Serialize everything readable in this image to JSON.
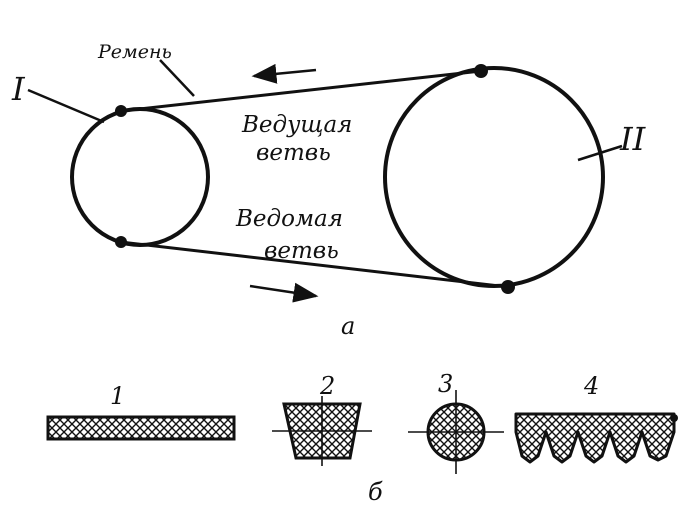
{
  "diagram_a": {
    "belt_label": "Ремень",
    "pulley_small_label": "I",
    "pulley_large_label": "II",
    "driving_branch_line1": "Ведущая",
    "driving_branch_line2": "ветвь",
    "driven_branch_line1": "Ведомая",
    "driven_branch_line2": "ветвь",
    "sublabel": "а"
  },
  "diagram_b": {
    "profiles": [
      {
        "number": "1"
      },
      {
        "number": "2"
      },
      {
        "number": "3"
      },
      {
        "number": "4"
      }
    ],
    "sublabel": "б"
  },
  "colors": {
    "ink": "#111111",
    "background": "#ffffff"
  }
}
